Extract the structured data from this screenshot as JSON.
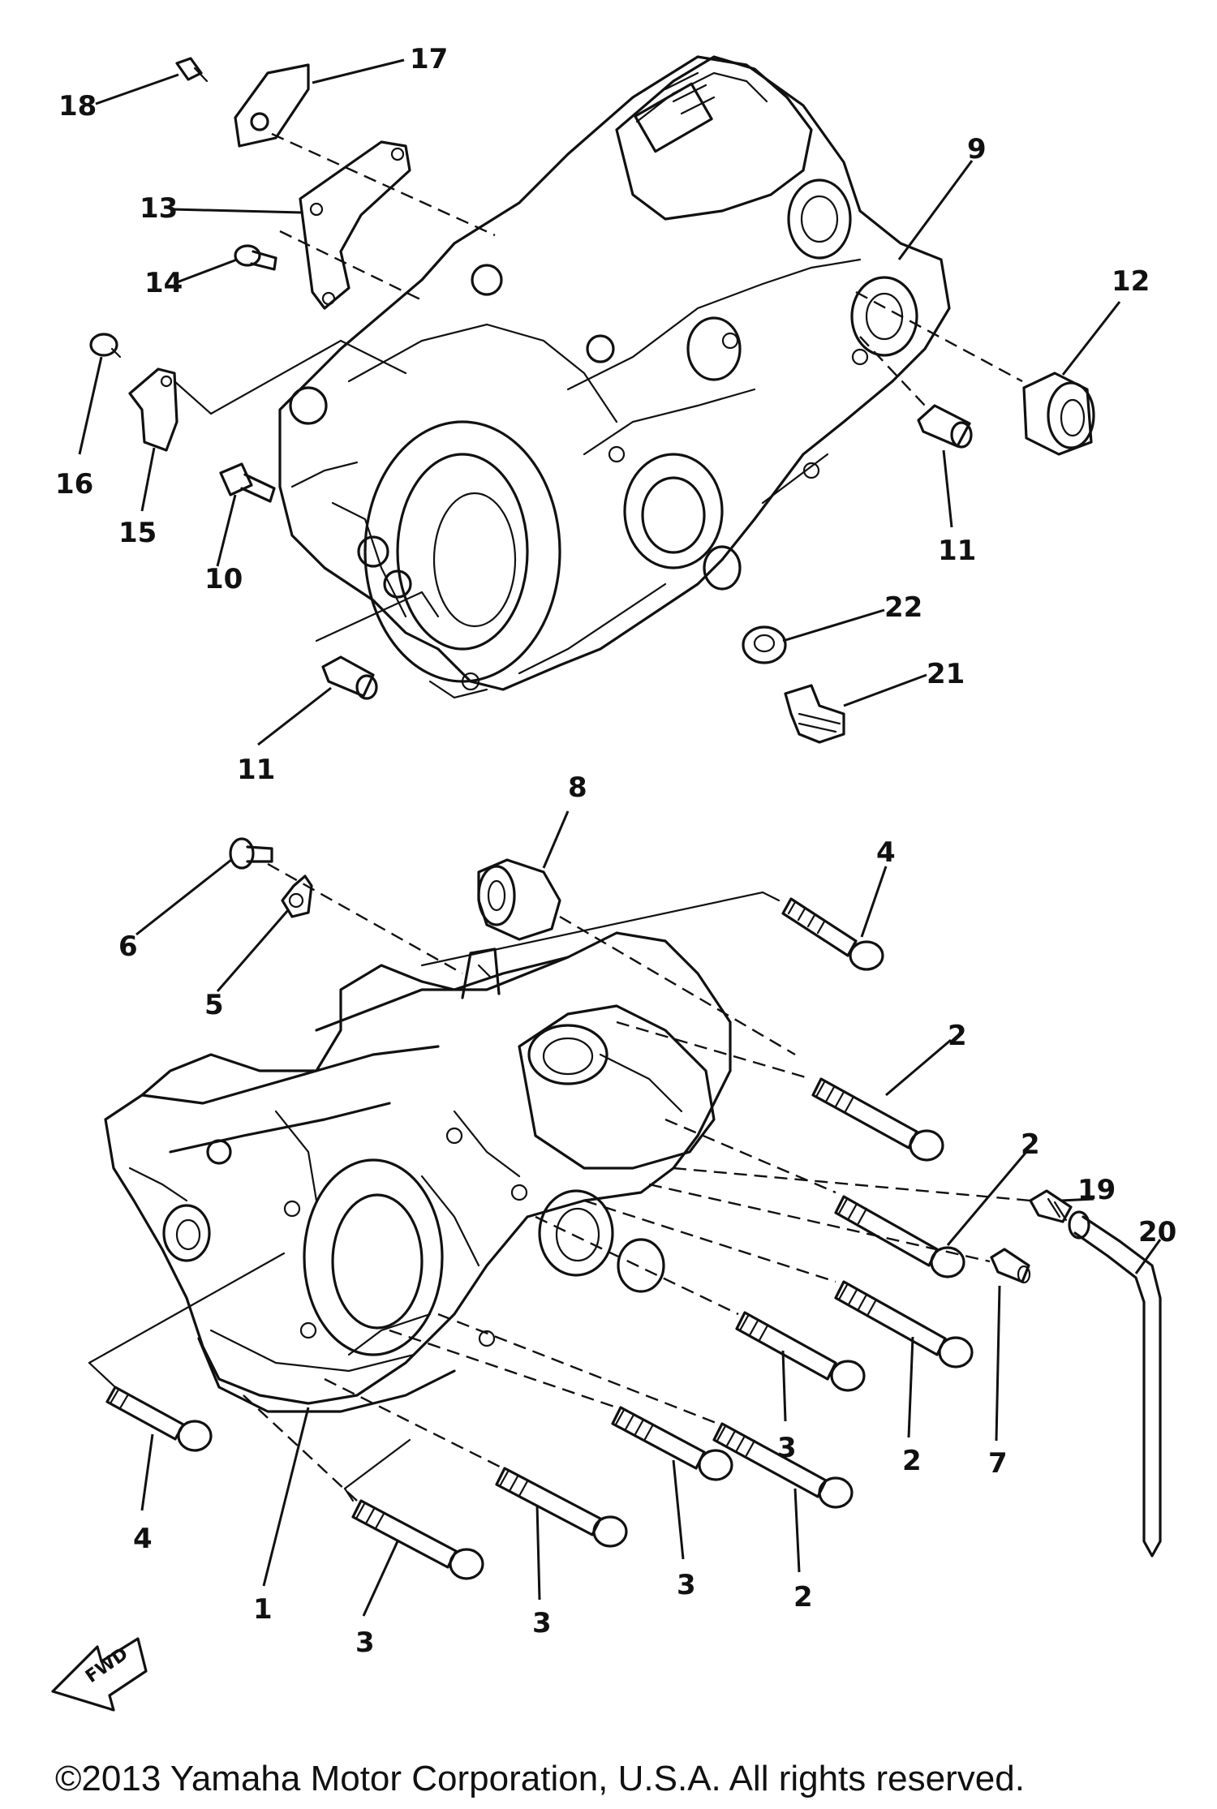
{
  "diagram": {
    "callouts": [
      {
        "id": "c18",
        "label": "18"
      },
      {
        "id": "c17",
        "label": "17"
      },
      {
        "id": "c13",
        "label": "13"
      },
      {
        "id": "c14",
        "label": "14"
      },
      {
        "id": "c16",
        "label": "16"
      },
      {
        "id": "c15",
        "label": "15"
      },
      {
        "id": "c10",
        "label": "10"
      },
      {
        "id": "c11a",
        "label": "11"
      },
      {
        "id": "c9",
        "label": "9"
      },
      {
        "id": "c12",
        "label": "12"
      },
      {
        "id": "c11b",
        "label": "11"
      },
      {
        "id": "c22",
        "label": "22"
      },
      {
        "id": "c21",
        "label": "21"
      },
      {
        "id": "c8",
        "label": "8"
      },
      {
        "id": "c6",
        "label": "6"
      },
      {
        "id": "c5",
        "label": "5"
      },
      {
        "id": "c4a",
        "label": "4"
      },
      {
        "id": "c2a",
        "label": "2"
      },
      {
        "id": "c2b",
        "label": "2"
      },
      {
        "id": "c19",
        "label": "19"
      },
      {
        "id": "c20",
        "label": "20"
      },
      {
        "id": "c3a",
        "label": "3"
      },
      {
        "id": "c2c",
        "label": "2"
      },
      {
        "id": "c7",
        "label": "7"
      },
      {
        "id": "c4b",
        "label": "4"
      },
      {
        "id": "c3b",
        "label": "3"
      },
      {
        "id": "c2d",
        "label": "2"
      },
      {
        "id": "c1",
        "label": "1"
      },
      {
        "id": "c3c",
        "label": "3"
      },
      {
        "id": "c3d",
        "label": "3"
      }
    ],
    "fwd_label": "FWD"
  },
  "footer": {
    "copyright": "©2013 Yamaha Motor Corporation, U.S.A. All rights reserved."
  },
  "colors": {
    "ink": "#111111",
    "background": "#ffffff"
  }
}
